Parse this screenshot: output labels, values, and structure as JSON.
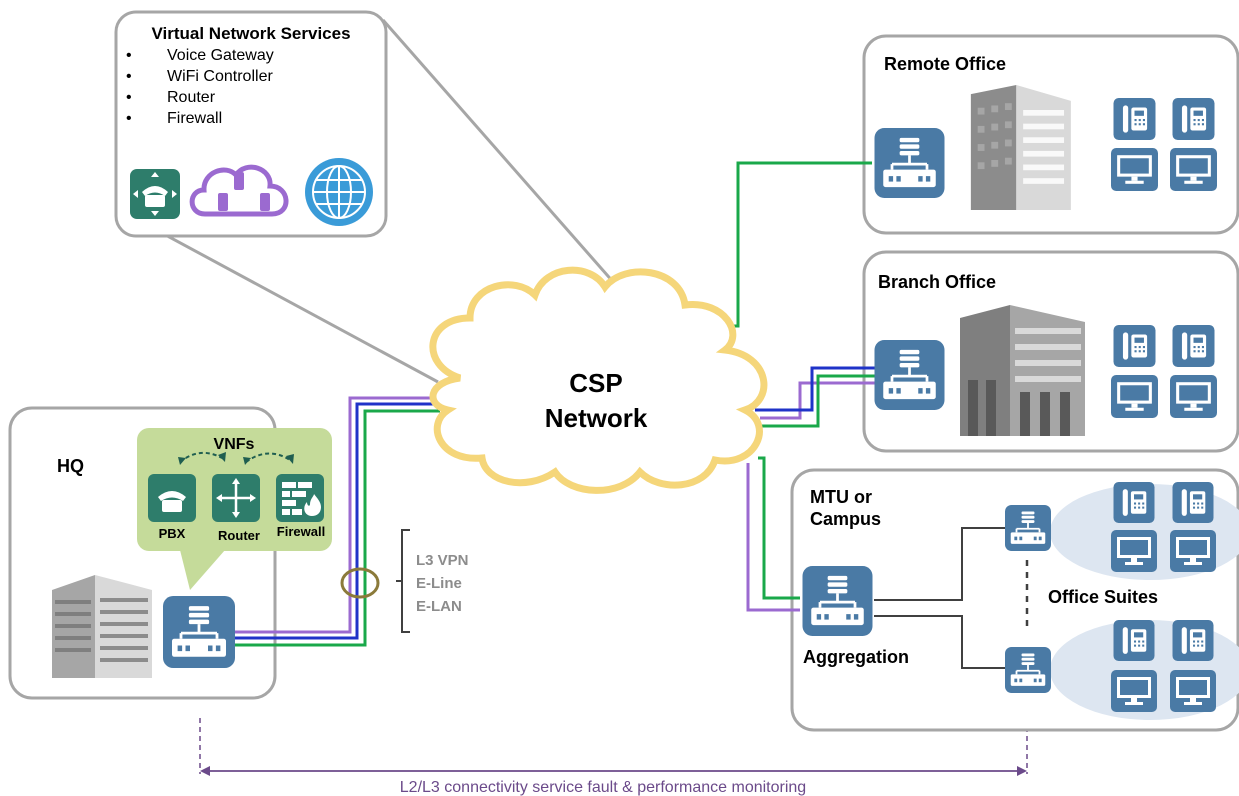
{
  "vns": {
    "title": "Virtual Network Services",
    "items": [
      "Voice Gateway",
      "WiFi Controller",
      "Router",
      "Firewall"
    ]
  },
  "cloud": {
    "line1": "CSP",
    "line2": "Network"
  },
  "remote": {
    "title": "Remote Office"
  },
  "branch": {
    "title": "Branch Office"
  },
  "mtu": {
    "line1": "MTU or",
    "line2": "Campus",
    "aggregation": "Aggregation",
    "suites": "Office Suites"
  },
  "hq": {
    "title": "HQ",
    "vnf_title": "VNFs",
    "vnfs": [
      "PBX",
      "Router",
      "Firewall"
    ]
  },
  "services": [
    "L3 VPN",
    "E-Line",
    "E-LAN"
  ],
  "monitoring": "L2/L3 connectivity service fault & performance monitoring",
  "colors": {
    "green": "#1aa84a",
    "blue": "#1f33c8",
    "purple": "#9b6ad0",
    "box_border": "#a6a6a6",
    "device": "#4a7aa5",
    "vnf": "#2e7d6b",
    "cloud_stroke": "#f5d67a",
    "monitor_line": "#6b4a8a"
  }
}
